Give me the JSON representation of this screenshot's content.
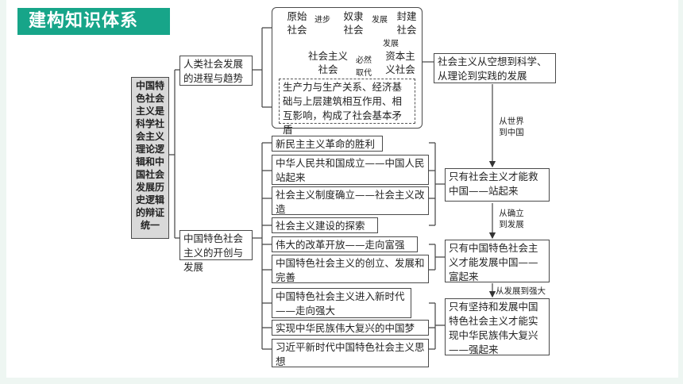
{
  "header": {
    "title": "建构知识体系"
  },
  "root": {
    "label": "中国特色社会主义是科学社会主义理论逻辑和中国社会发展历史逻辑的辩证统一"
  },
  "branch1": {
    "label": "人类社会发展的进程与趋势"
  },
  "branch2": {
    "label": "中国特色社会主义的开创与发展"
  },
  "stages": {
    "s1": "原始社会",
    "s2": "奴隶社会",
    "s3": "封建社会",
    "s4": "资本主义社会",
    "s5": "社会主义社会",
    "a1": "进步",
    "a2": "发展",
    "a3": "发展",
    "a4_top": "必然",
    "a4_bottom": "取代"
  },
  "dashed_note": "生产力与生产关系、经济基础与上层建筑相互作用、相互影响，构成了社会基本矛盾",
  "right_boxes": [
    "社会主义从空想到科学、从理论到实践的发展",
    "只有社会主义才能救中国——站起来",
    "只有中国特色社会主义才能发展中国——富起来",
    "只有坚持和发展中国特色社会主义才能实现中华民族伟大复兴——强起来"
  ],
  "transitions": [
    "从世界到中国",
    "从确立到发展",
    "从发展到强大"
  ],
  "items": [
    "新民主主义革命的胜利",
    "中华人民共和国成立——中国人民站起来",
    "社会主义制度确立——社会主义改造",
    "社会主义建设的探索",
    "伟大的改革开放——走向富强",
    "中国特色社会主义的创立、发展和完善",
    "中国特色社会主义进入新时代——走向强大",
    "实现中华民族伟大复兴的中国梦",
    "习近平新时代中国特色社会主义思想"
  ]
}
